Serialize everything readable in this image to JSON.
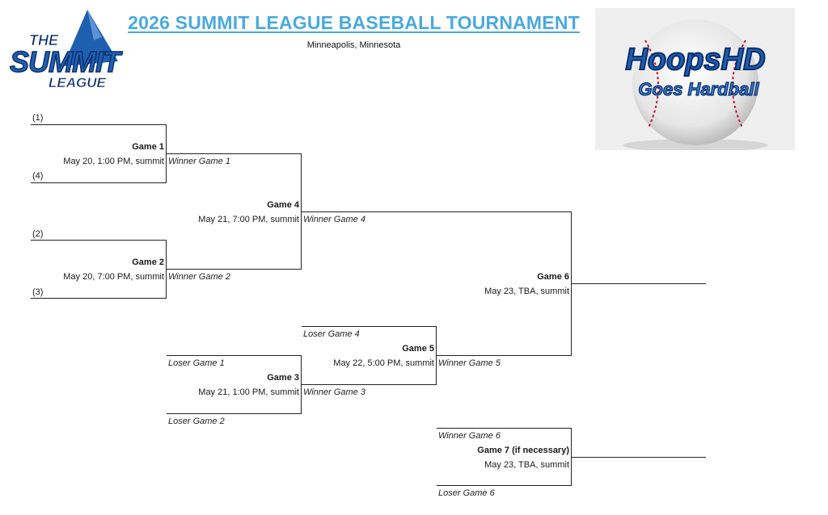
{
  "header": {
    "title": "2026 SUMMIT LEAGUE BASEBALL TOURNAMENT",
    "location": "Minneapolis, Minnesota"
  },
  "logos": {
    "left": {
      "name": "summit-league-logo",
      "line1": "THE",
      "line2": "SUMMIT",
      "line3": "LEAGUE"
    },
    "right": {
      "name": "hoopshd-goes-hardball-logo",
      "line1": "HoopsHD",
      "line2": "Goes Hardball"
    }
  },
  "seeds": {
    "s1": "(1)",
    "s4": "(4)",
    "s2": "(2)",
    "s3": "(3)"
  },
  "games": {
    "g1": {
      "name": "Game 1",
      "details": "May 20, 1:00 PM, summit"
    },
    "g2": {
      "name": "Game 2",
      "details": "May 20, 7:00 PM, summit"
    },
    "g3": {
      "name": "Game 3",
      "details": "May 21, 1:00 PM, summit"
    },
    "g4": {
      "name": "Game 4",
      "details": "May 21, 7:00 PM, summit"
    },
    "g5": {
      "name": "Game 5",
      "details": "May 22, 5:00 PM, summit"
    },
    "g6": {
      "name": "Game 6",
      "details": "May 23, TBA, summit"
    },
    "g7": {
      "name": "Game 7 (if necessary)",
      "details": "May 23, TBA, summit"
    }
  },
  "slots": {
    "winner_g1": "Winner Game 1",
    "winner_g2": "Winner Game 2",
    "winner_g3": "Winner Game 3",
    "winner_g4": "Winner Game 4",
    "winner_g5": "Winner Game 5",
    "winner_g6": "Winner Game 6",
    "loser_g1": "Loser Game 1",
    "loser_g2": "Loser Game 2",
    "loser_g4": "Loser Game 4",
    "loser_g6": "Loser Game 6"
  },
  "colors": {
    "title": "#4ba9dc",
    "logo_blue": "#1f5fb0",
    "logo_navy": "#0b2d6b",
    "bracket_line": "#222222"
  }
}
